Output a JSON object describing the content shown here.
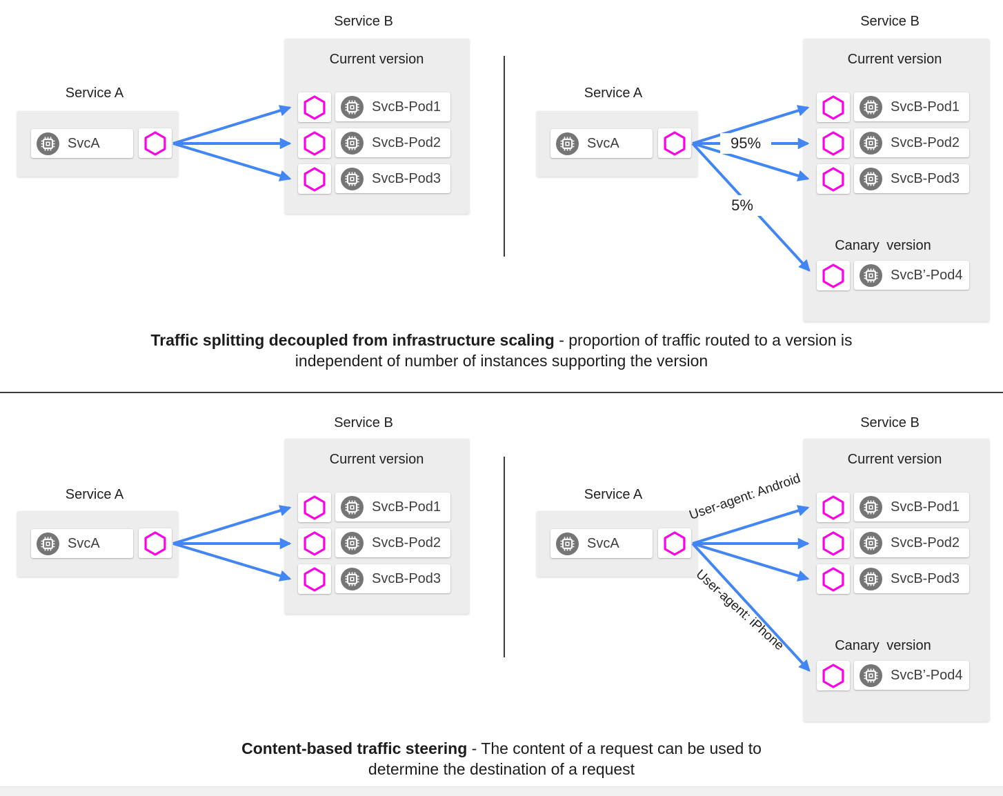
{
  "colors": {
    "arrow_blue": "#4285f4",
    "hexagon_magenta": "#ff00e6",
    "panel_gray": "#ededed",
    "chip_circle_gray": "#757575",
    "divider_dark": "#3a3a3a"
  },
  "sections": [
    {
      "id": "traffic-splitting",
      "caption": {
        "bold": "Traffic splitting decoupled from infrastructure scaling",
        "rest": " - proportion of traffic routed to a version is",
        "line2": "independent of number of instances supporting the version"
      },
      "diagrams": [
        {
          "id": "uniform-routing",
          "service_a": {
            "label": "Service A",
            "node": "SvcA"
          },
          "service_b": {
            "label": "Service B",
            "version": "Current version",
            "pods": [
              "SvcB-Pod1",
              "SvcB-Pod2",
              "SvcB-Pod3"
            ]
          }
        },
        {
          "id": "weighted-routing",
          "service_a": {
            "label": "Service A",
            "node": "SvcA"
          },
          "service_b": {
            "label": "Service B",
            "version": "Current version",
            "pods": [
              "SvcB-Pod1",
              "SvcB-Pod2",
              "SvcB-Pod3"
            ],
            "canary_version": "Canary version",
            "canary_pod": "SvcB’-Pod4"
          },
          "edge_labels": {
            "current": "95%",
            "canary": "5%"
          }
        }
      ]
    },
    {
      "id": "content-steering",
      "caption": {
        "bold": "Content-based traffic steering",
        "rest": " - The content of a request can be used to",
        "line2": "determine the destination of a request"
      },
      "diagrams": [
        {
          "id": "uniform-routing",
          "service_a": {
            "label": "Service A",
            "node": "SvcA"
          },
          "service_b": {
            "label": "Service B",
            "version": "Current version",
            "pods": [
              "SvcB-Pod1",
              "SvcB-Pod2",
              "SvcB-Pod3"
            ]
          }
        },
        {
          "id": "header-based-routing",
          "service_a": {
            "label": "Service A",
            "node": "SvcA"
          },
          "service_b": {
            "label": "Service B",
            "version": "Current version",
            "pods": [
              "SvcB-Pod1",
              "SvcB-Pod2",
              "SvcB-Pod3"
            ],
            "canary_version": "Canary version",
            "canary_pod": "SvcB’-Pod4"
          },
          "edge_labels": {
            "current": "User-agent: Android",
            "canary": "User-agent: iPhone"
          }
        }
      ]
    }
  ]
}
